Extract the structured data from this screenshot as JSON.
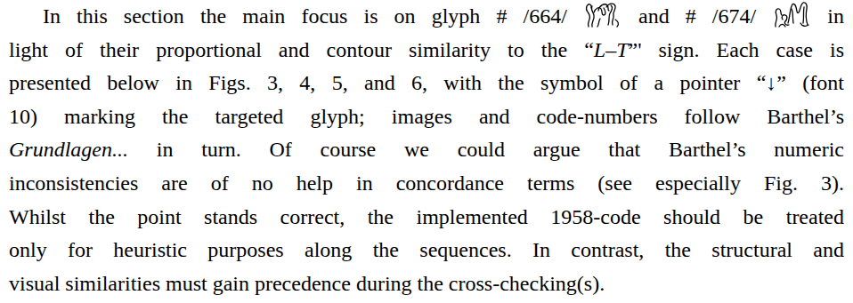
{
  "diagram": {
    "labels": [
      "In this section the main focus is on glyph # /664/",
      "and # /674/",
      "in",
      "light of their proportional and contour similarity to the “",
      "L–T",
      "”' sign. Each case is",
      "presented below in Figs. 3, 4, 5, and 6, with the symbol of a pointer “↓” (font",
      "10) marking the targeted glyph; images and code-numbers follow Barthel’s",
      "Grundlagen...",
      "in turn. Of course we could argue that Barthel’s numeric",
      "inconsistencies are of no help in concordance terms (see especially Fig. 3).",
      "Whilst the point stands correct, the implemented 1958-code should be treated",
      "only for heuristic purposes along the sequences. In contrast, the structural and",
      "visual similarities must gain precedence during the cross-checking(s)."
    ]
  }
}
